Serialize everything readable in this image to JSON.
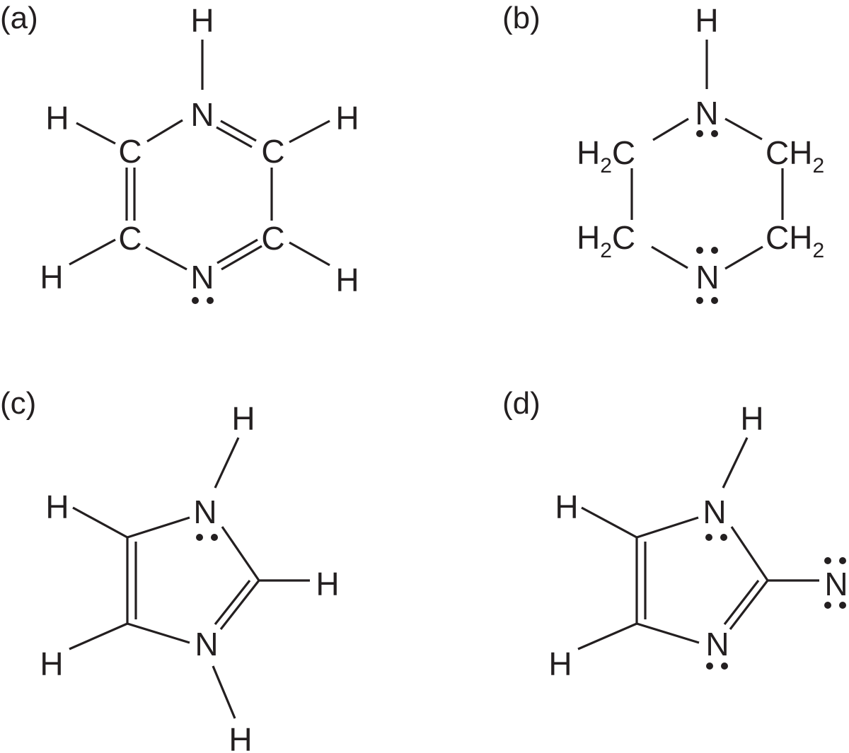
{
  "colors": {
    "ink": "#231f20",
    "background": "#ffffff"
  },
  "panels": [
    {
      "id": "a",
      "label": "(a)",
      "atoms": [
        "H",
        "N",
        "H",
        "C",
        "C",
        "H",
        "C",
        "C",
        "H",
        "H",
        "N"
      ]
    },
    {
      "id": "b",
      "label": "(b)",
      "atoms": [
        "H",
        "N",
        "H",
        "2",
        "C",
        "C",
        "H",
        "2",
        "H",
        "2",
        "C",
        "C",
        "H",
        "2",
        "N"
      ]
    },
    {
      "id": "c",
      "label": "(c)",
      "atoms": [
        "H",
        "H",
        "N",
        "H",
        "H",
        "N",
        "H"
      ]
    },
    {
      "id": "d",
      "label": "(d)",
      "atoms": [
        "H",
        "H",
        "N",
        "N",
        "H",
        "N"
      ]
    }
  ]
}
